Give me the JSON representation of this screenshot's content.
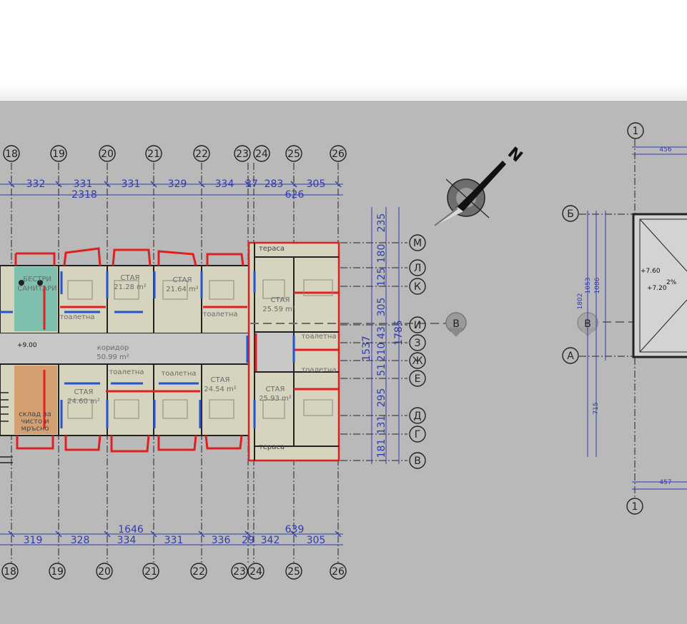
{
  "axes_top": [
    "18",
    "19",
    "20",
    "21",
    "22",
    "23",
    "24",
    "25",
    "26"
  ],
  "axes_bottom": [
    "18",
    "19",
    "20",
    "21",
    "22",
    "23",
    "24",
    "25",
    "26"
  ],
  "axes_right": [
    "М",
    "Л",
    "К",
    "И",
    "З",
    "Ж",
    "Е",
    "Д",
    "Г",
    "В"
  ],
  "dims_top": [
    "332",
    "331",
    "331",
    "329",
    "334",
    "37",
    "283",
    "305"
  ],
  "dims_top_total": [
    "2318",
    "626"
  ],
  "dims_bottom": [
    "319",
    "328",
    "334",
    "331",
    "336",
    "29",
    "342",
    "305"
  ],
  "dims_bottom_total": [
    "1646",
    "639"
  ],
  "dims_vertical": [
    "235",
    "180",
    "125",
    "305",
    "43",
    "210",
    "51",
    "295",
    "131",
    "181"
  ],
  "dims_vertical_total": [
    "1537",
    "1785"
  ],
  "rooms": {
    "r1_name": "СТАЯ",
    "r1_area": "21.28 m²",
    "r2_name": "СТАЯ",
    "r2_area": "21.64 m²",
    "r3_name": "СТАЯ",
    "r3_area": "25.59 m²",
    "r4_name": "СТАЯ",
    "r4_area": "24.60 m²",
    "r5_name": "СТАЯ",
    "r5_area": "24.54 m²",
    "r6_name": "СТАЯ",
    "r6_area": "25.93 m²",
    "corridor_name": "коридор",
    "corridor_area": "50.99 m²",
    "toilet": "тоалетна",
    "terrace": "тераса",
    "sanitary_1": "БЕСТРИ",
    "sanitary_2": "САНИТАРИ",
    "storage_1": "склад за",
    "storage_2": "чисто и",
    "storage_3": "мръсно",
    "level_main": "+9.00"
  },
  "section_mark": "В",
  "north_label": "N",
  "detail": {
    "axis_top": "1",
    "axis_bottom": "1",
    "axis_b": "Б",
    "axis_a": "А",
    "section_mark": "В",
    "dim_top": "456",
    "dim_bottom": "457",
    "dim_v1": "1802",
    "dim_v2": "1053",
    "dim_v3": "1086",
    "dim_v4": "715",
    "level_1": "+7.60",
    "level_2": "+7.20",
    "slope": "2%"
  },
  "colors": {
    "paper": "#b8b8b8",
    "dimension": "#2f3bb0",
    "wall_red": "#e02020",
    "wall_blue": "#2255cc",
    "room_fill": "#d6d3be",
    "sanitary_fill": "#7fbfae",
    "storage_fill": "#d4a072"
  }
}
